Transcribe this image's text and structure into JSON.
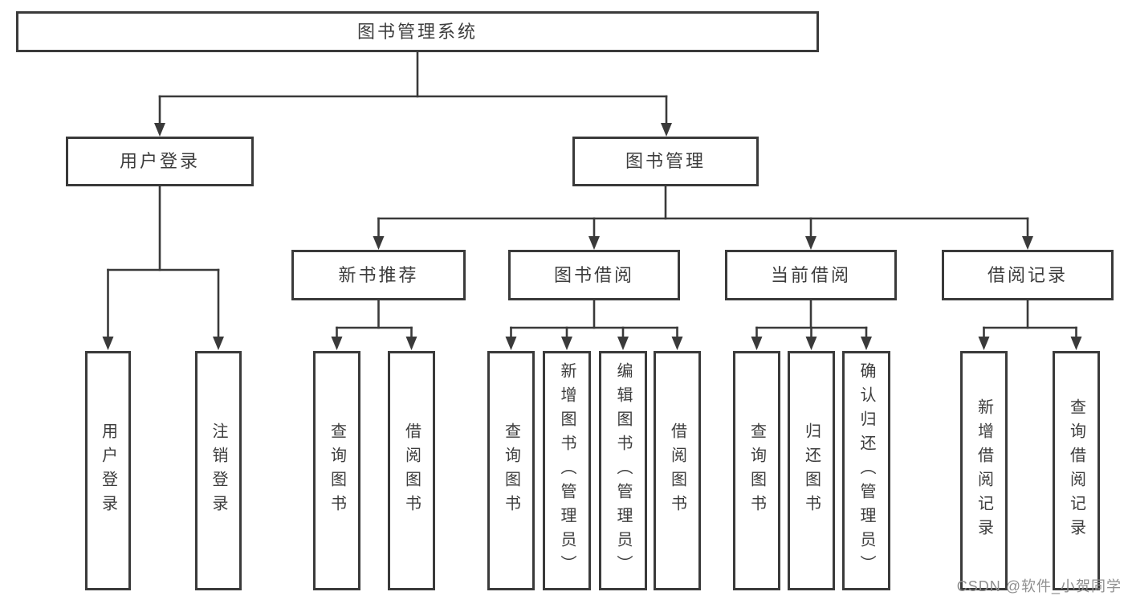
{
  "colors": {
    "line": "#3a3a3a",
    "text": "#3d3d3d",
    "background": "#ffffff",
    "watermark": "#8f8f8f"
  },
  "tree": {
    "root": {
      "label": "图书管理系统"
    },
    "branches": [
      {
        "label": "用户登录",
        "leaves": [
          {
            "label": "用户登录"
          },
          {
            "label": "注销登录"
          }
        ]
      },
      {
        "label": "图书管理",
        "children": [
          {
            "label": "新书推荐",
            "leaves": [
              {
                "label": "查询图书"
              },
              {
                "label": "借阅图书"
              }
            ]
          },
          {
            "label": "图书借阅",
            "leaves": [
              {
                "label": "查询图书"
              },
              {
                "label": "新增图书（管理员）"
              },
              {
                "label": "编辑图书（管理员）"
              },
              {
                "label": "借阅图书"
              }
            ]
          },
          {
            "label": "当前借阅",
            "leaves": [
              {
                "label": "查询图书"
              },
              {
                "label": "归还图书"
              },
              {
                "label": "确认归还（管理员）"
              }
            ]
          },
          {
            "label": "借阅记录",
            "leaves": [
              {
                "label": "新增借阅记录"
              },
              {
                "label": "查询借阅记录"
              }
            ]
          }
        ]
      }
    ]
  },
  "watermark": {
    "text": "CSDN @软件_小贺同学"
  }
}
